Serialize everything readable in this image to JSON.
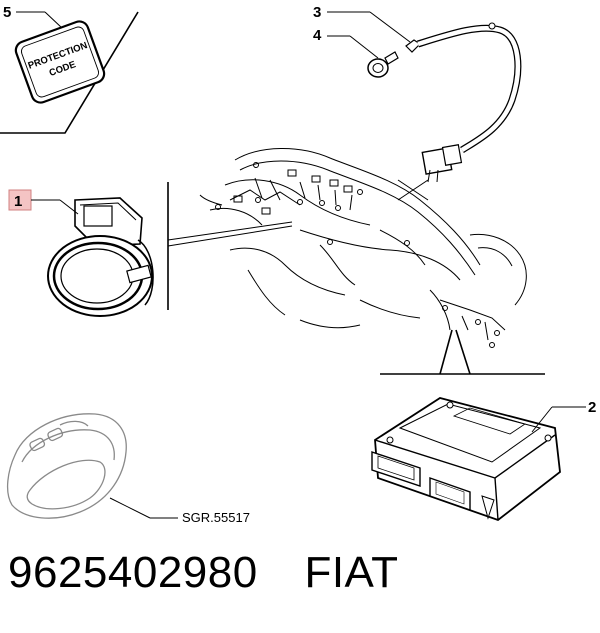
{
  "callouts": {
    "c1": "1",
    "c2": "2",
    "c3": "3",
    "c4": "4",
    "c5": "5"
  },
  "label_sticker": {
    "line1": "PROTECTION",
    "line2": "CODE"
  },
  "reference_code": "SGR.55517",
  "part_number": "9625402980",
  "brand": "FIAT",
  "colors": {
    "callout_1_box": "#f4c4c4",
    "callout_1_border": "#d08080",
    "ink": "#000000"
  }
}
